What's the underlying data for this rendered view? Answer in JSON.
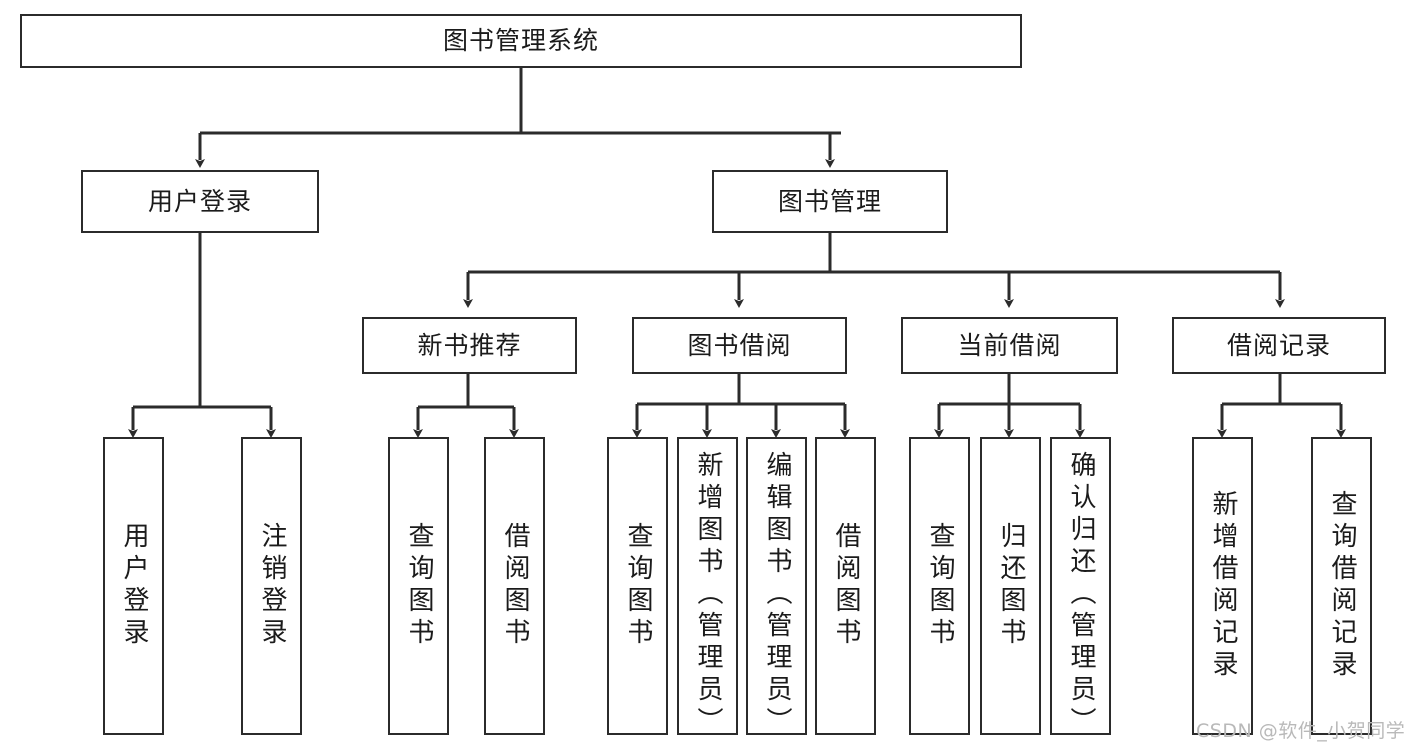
{
  "diagram": {
    "title": "图书管理系统",
    "type": "tree-hierarchy",
    "background": "#ffffff",
    "line_color": "#2b2b2b",
    "box_border_color": "#2b2b2b",
    "box_fill": "#ffffff",
    "text_color": "#1b1b1b"
  },
  "root": {
    "label": "图书管理系统"
  },
  "level2": [
    {
      "label": "用户登录"
    },
    {
      "label": "图书管理"
    }
  ],
  "level3": [
    {
      "label": "新书推荐"
    },
    {
      "label": "图书借阅"
    },
    {
      "label": "当前借阅"
    },
    {
      "label": "借阅记录"
    }
  ],
  "leaves": {
    "user_login": [
      {
        "label": "用户登录"
      },
      {
        "label": "注销登录"
      }
    ],
    "new_book_recommend": [
      {
        "label": "查询图书"
      },
      {
        "label": "借阅图书"
      }
    ],
    "book_borrow": [
      {
        "label": "查询图书"
      },
      {
        "label": "新增图书（管理员）"
      },
      {
        "label": "编辑图书（管理员）"
      },
      {
        "label": "借阅图书"
      }
    ],
    "current_borrow": [
      {
        "label": "查询图书"
      },
      {
        "label": "归还图书"
      },
      {
        "label": "确认归还（管理员）"
      }
    ],
    "borrow_record": [
      {
        "label": "新增借阅记录"
      },
      {
        "label": "查询借阅记录"
      }
    ]
  },
  "watermark": {
    "text": "CSDN @软件_小贺同学",
    "color": "#b9b9b9"
  }
}
